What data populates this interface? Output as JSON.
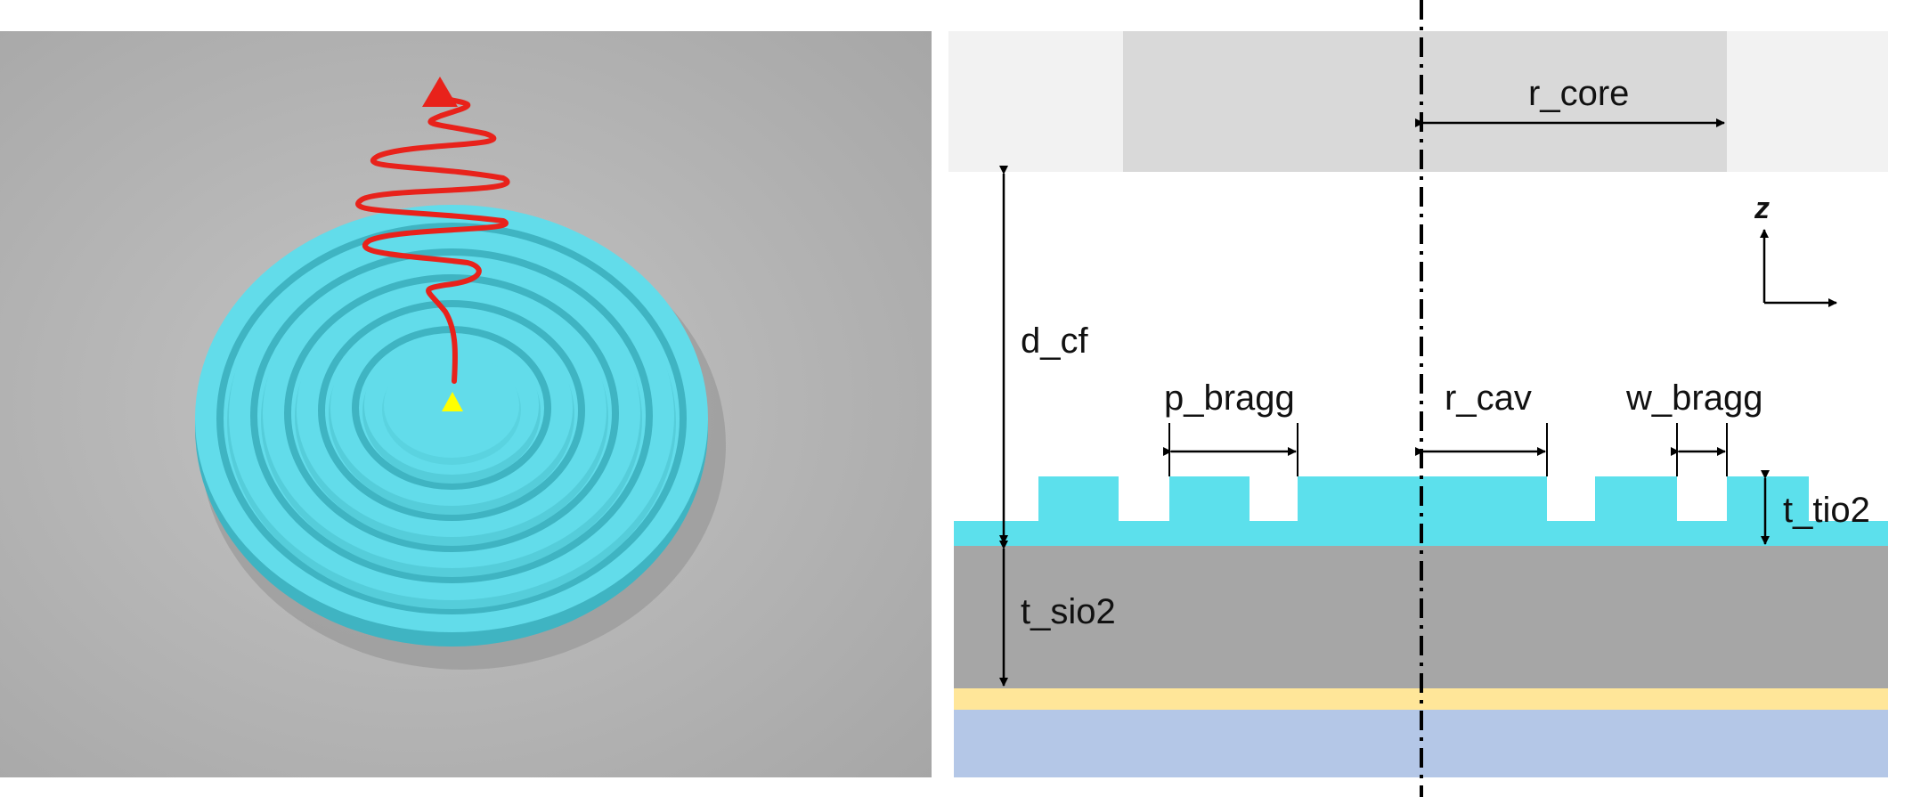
{
  "left_panel": {
    "background_color": "#ababab",
    "ring_color": "#5ad7e4",
    "emission_color": "#e8221b",
    "source_marker_color": "#ffff00",
    "ring_count": 7
  },
  "right_panel": {
    "layers": [
      {
        "name": "fiber core",
        "color": "#d9d9d9"
      },
      {
        "name": "fiber cladding",
        "color": "#f2f2f2"
      },
      {
        "name": "TiO2 grating",
        "color": "#5ce0ec"
      },
      {
        "name": "SiO2 spacer",
        "color": "#a6a6a6"
      },
      {
        "name": "gold mirror",
        "color": "#ffe699"
      },
      {
        "name": "substrate",
        "color": "#b4c7e7"
      }
    ],
    "labels": {
      "r_core": "r_core",
      "d_cf": "d_cf",
      "p_bragg": "p_bragg",
      "r_cav": "r_cav",
      "w_bragg": "w_bragg",
      "t_tio2": "t_tio2",
      "t_sio2": "t_sio2",
      "z_axis": "z"
    }
  }
}
